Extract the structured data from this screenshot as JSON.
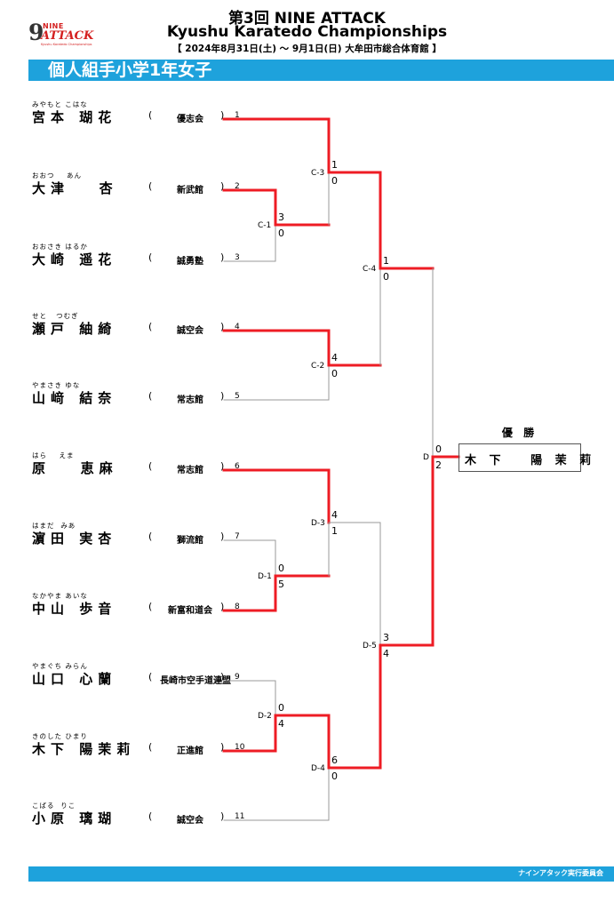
{
  "header": {
    "title_line1": "第3回 NINE ATTACK",
    "title_line2": "Kyushu Karatedo Championships",
    "date_line": "【 2024年8月31日(土) ～ 9月1日(日)  大牟田市総合体育館 】",
    "logo": {
      "nine": "9",
      "top": "NINE",
      "attack": "ATTACK",
      "sub": "Kyushu Karatedo Championships"
    }
  },
  "event_title": "個人組手小学1年女子",
  "entrants": [
    {
      "seed": "1",
      "ruby": "みやもと こはな",
      "name": "宮本 瑚花",
      "club": "優志会"
    },
    {
      "seed": "2",
      "ruby": "おおつ    あん",
      "name": "大津   杏",
      "club": "新武館"
    },
    {
      "seed": "3",
      "ruby": "おおさき はるか",
      "name": "大崎 遥花",
      "club": "誠勇塾"
    },
    {
      "seed": "4",
      "ruby": "せと   つむぎ",
      "name": "瀬戸 紬綺",
      "club": "誠空会"
    },
    {
      "seed": "5",
      "ruby": "やまさき ゆな",
      "name": "山﨑 結奈",
      "club": "常志館"
    },
    {
      "seed": "6",
      "ruby": "はら    えま",
      "name": "原   恵麻",
      "club": "常志館"
    },
    {
      "seed": "7",
      "ruby": "はまだ  みあ",
      "name": "濵田 実杏",
      "club": "獅流館"
    },
    {
      "seed": "8",
      "ruby": "なかやま あいな",
      "name": "中山 歩音",
      "club": "新富和道会"
    },
    {
      "seed": "9",
      "ruby": "やまぐち みらん",
      "name": "山口 心蘭",
      "club": "長崎市空手道連盟"
    },
    {
      "seed": "10",
      "ruby": "きのした ひまり",
      "name": "木下 陽茉莉",
      "club": "正進館"
    },
    {
      "seed": "11",
      "ruby": "こばる  りこ",
      "name": "小原 璃瑚",
      "club": "誠空会"
    }
  ],
  "matches": [
    {
      "label": "C-1",
      "score_top": "3",
      "score_bottom": "0"
    },
    {
      "label": "C-2",
      "score_top": "4",
      "score_bottom": "0"
    },
    {
      "label": "C-3",
      "score_top": "1",
      "score_bottom": "0"
    },
    {
      "label": "C-4",
      "score_top": "1",
      "score_bottom": "0"
    },
    {
      "label": "D-1",
      "score_top": "0",
      "score_bottom": "5"
    },
    {
      "label": "D-2",
      "score_top": "0",
      "score_bottom": "4"
    },
    {
      "label": "D-3",
      "score_top": "4",
      "score_bottom": "1"
    },
    {
      "label": "D-4",
      "score_top": "6",
      "score_bottom": "0"
    },
    {
      "label": "D-5",
      "score_top": "3",
      "score_bottom": "4"
    },
    {
      "label": "D",
      "score_top": "0",
      "score_bottom": "2"
    }
  ],
  "champion": {
    "label": "優 勝",
    "name": "木 下   陽 茉 莉"
  },
  "footer": "ナインアタック実行委員会",
  "colors": {
    "accent_bar": "#1ea2dc",
    "winner_line": "#ee1c24",
    "loser_line": "#999999"
  }
}
